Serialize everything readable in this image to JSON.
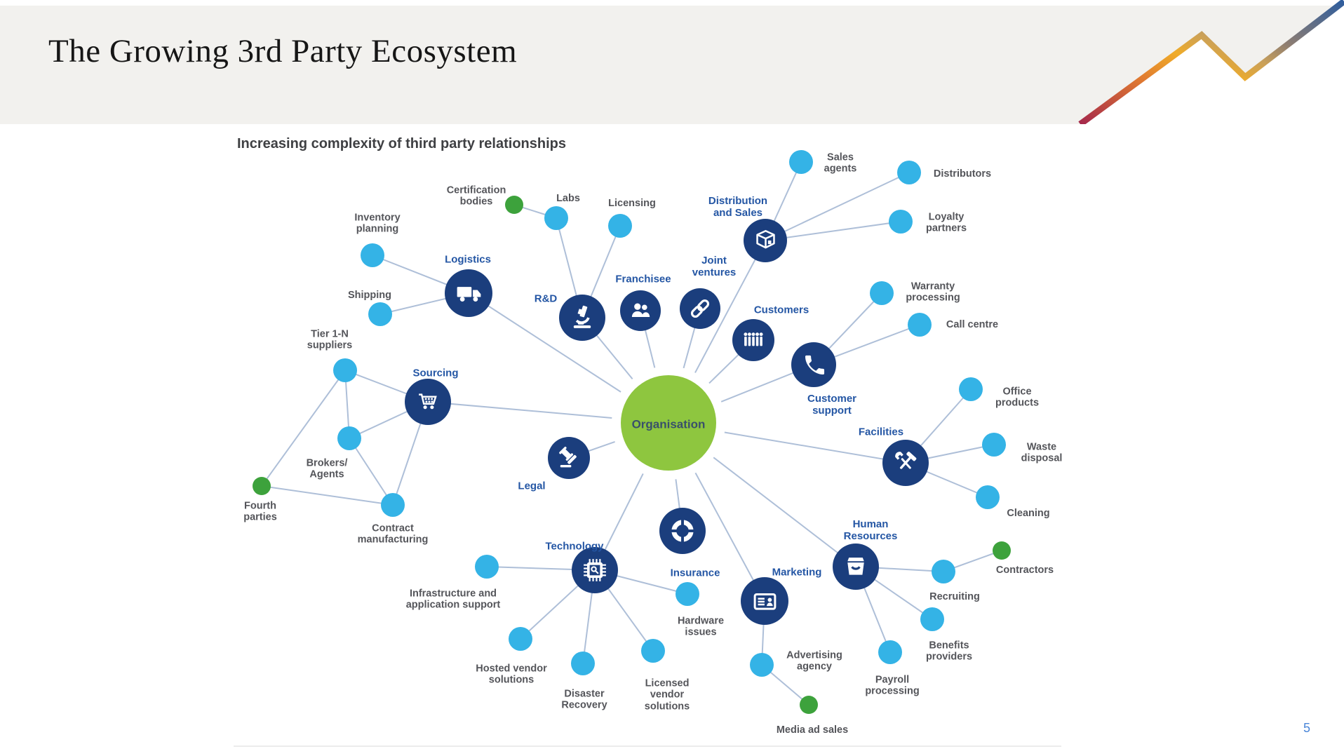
{
  "slide": {
    "title": "The Growing 3rd Party Ecosystem",
    "subtitle": "Increasing complexity of third party relationships",
    "page_number": "5"
  },
  "colors": {
    "header_bg": "#f2f1ee",
    "hub_fill": "#1b3e7d",
    "hub_label": "#2456a4",
    "satellite_fill": "#34b3e6",
    "green_fill": "#3da23c",
    "center_fill": "#8ec63f",
    "edge": "#aebfd8",
    "satellite_label": "#54555a",
    "page_number": "#4a86d8",
    "logo_gradient": [
      "#a5284b",
      "#e07a30",
      "#f0ac29",
      "#c9a05a",
      "#8d7d72",
      "#2e5d9e"
    ]
  },
  "diagram": {
    "center": {
      "id": "organisation",
      "label": "Organisation"
    },
    "hubs": [
      {
        "id": "logistics",
        "label": "Logistics",
        "icon": "truck-icon"
      },
      {
        "id": "rnd",
        "label": "R&D",
        "icon": "microscope-icon"
      },
      {
        "id": "franchisee",
        "label": "Franchisee",
        "icon": "people-pair-icon"
      },
      {
        "id": "joint_ventures",
        "label": "Joint\nventures",
        "icon": "chain-link-icon"
      },
      {
        "id": "distribution",
        "label": "Distribution\nand Sales",
        "icon": "package-box-icon"
      },
      {
        "id": "customers",
        "label": "Customers",
        "icon": "people-group-icon"
      },
      {
        "id": "customer_support",
        "label": "Customer\nsupport",
        "icon": "phone-handset-icon"
      },
      {
        "id": "facilities",
        "label": "Facilities",
        "icon": "hammer-wrench-icon"
      },
      {
        "id": "human_resources",
        "label": "Human\nResources",
        "icon": "storage-box-icon"
      },
      {
        "id": "marketing",
        "label": "Marketing",
        "icon": "ad-card-icon"
      },
      {
        "id": "insurance",
        "label": "Insurance",
        "icon": "life-ring-icon"
      },
      {
        "id": "technology",
        "label": "Technology",
        "icon": "circuit-chip-icon"
      },
      {
        "id": "legal",
        "label": "Legal",
        "icon": "gavel-icon"
      },
      {
        "id": "sourcing",
        "label": "Sourcing",
        "icon": "shopping-cart-icon"
      }
    ],
    "satellites": [
      {
        "id": "inventory_planning",
        "label": "Inventory\nplanning",
        "color": "blue"
      },
      {
        "id": "shipping",
        "label": "Shipping",
        "color": "blue"
      },
      {
        "id": "tier_suppliers",
        "label": "Tier 1-N\nsuppliers",
        "color": "blue"
      },
      {
        "id": "brokers",
        "label": "Brokers/\nAgents",
        "color": "blue"
      },
      {
        "id": "fourth_parties",
        "label": "Fourth\nparties",
        "color": "green"
      },
      {
        "id": "contract_manufacturing",
        "label": "Contract\nmanufacturing",
        "color": "blue"
      },
      {
        "id": "certification",
        "label": "Certification\nbodies",
        "color": "green"
      },
      {
        "id": "labs",
        "label": "Labs",
        "color": "blue"
      },
      {
        "id": "licensing",
        "label": "Licensing",
        "color": "blue"
      },
      {
        "id": "sales_agents",
        "label": "Sales\nagents",
        "color": "blue"
      },
      {
        "id": "distributors",
        "label": "Distributors",
        "color": "blue"
      },
      {
        "id": "loyalty",
        "label": "Loyalty\npartners",
        "color": "blue"
      },
      {
        "id": "warranty",
        "label": "Warranty\nprocessing",
        "color": "blue"
      },
      {
        "id": "call_centre",
        "label": "Call centre",
        "color": "blue"
      },
      {
        "id": "office_products",
        "label": "Office\nproducts",
        "color": "blue"
      },
      {
        "id": "waste_disposal",
        "label": "Waste\ndisposal",
        "color": "blue"
      },
      {
        "id": "cleaning",
        "label": "Cleaning",
        "color": "blue"
      },
      {
        "id": "contractors",
        "label": "Contractors",
        "color": "green"
      },
      {
        "id": "recruiting",
        "label": "Recruiting",
        "color": "blue"
      },
      {
        "id": "benefits",
        "label": "Benefits\nproviders",
        "color": "blue"
      },
      {
        "id": "payroll",
        "label": "Payroll\nprocessing",
        "color": "blue"
      },
      {
        "id": "advertising",
        "label": "Advertising\nagency",
        "color": "blue"
      },
      {
        "id": "media_ad_sales",
        "label": "Media ad sales",
        "color": "green"
      },
      {
        "id": "hardware",
        "label": "Hardware\nissues",
        "color": "blue"
      },
      {
        "id": "licensed_vendor",
        "label": "Licensed\nvendor\nsolutions",
        "color": "blue"
      },
      {
        "id": "disaster",
        "label": "Disaster\nRecovery",
        "color": "blue"
      },
      {
        "id": "hosted_vendor",
        "label": "Hosted vendor\nsolutions",
        "color": "blue"
      },
      {
        "id": "infrastructure",
        "label": "Infrastructure and\napplication support",
        "color": "blue"
      }
    ],
    "edges": [
      [
        "organisation",
        "logistics"
      ],
      [
        "organisation",
        "rnd"
      ],
      [
        "organisation",
        "franchisee"
      ],
      [
        "organisation",
        "joint_ventures"
      ],
      [
        "organisation",
        "distribution"
      ],
      [
        "organisation",
        "customers"
      ],
      [
        "organisation",
        "customer_support"
      ],
      [
        "organisation",
        "facilities"
      ],
      [
        "organisation",
        "human_resources"
      ],
      [
        "organisation",
        "marketing"
      ],
      [
        "organisation",
        "insurance"
      ],
      [
        "organisation",
        "technology"
      ],
      [
        "organisation",
        "legal"
      ],
      [
        "organisation",
        "sourcing"
      ],
      [
        "logistics",
        "inventory_planning"
      ],
      [
        "logistics",
        "shipping"
      ],
      [
        "rnd",
        "labs"
      ],
      [
        "rnd",
        "licensing"
      ],
      [
        "certification",
        "labs"
      ],
      [
        "distribution",
        "sales_agents"
      ],
      [
        "distribution",
        "distributors"
      ],
      [
        "distribution",
        "loyalty"
      ],
      [
        "customer_support",
        "warranty"
      ],
      [
        "customer_support",
        "call_centre"
      ],
      [
        "facilities",
        "office_products"
      ],
      [
        "facilities",
        "waste_disposal"
      ],
      [
        "facilities",
        "cleaning"
      ],
      [
        "human_resources",
        "recruiting"
      ],
      [
        "human_resources",
        "benefits"
      ],
      [
        "human_resources",
        "payroll"
      ],
      [
        "recruiting",
        "contractors"
      ],
      [
        "marketing",
        "advertising"
      ],
      [
        "advertising",
        "media_ad_sales"
      ],
      [
        "technology",
        "infrastructure"
      ],
      [
        "technology",
        "hosted_vendor"
      ],
      [
        "technology",
        "disaster"
      ],
      [
        "technology",
        "licensed_vendor"
      ],
      [
        "technology",
        "hardware"
      ],
      [
        "sourcing",
        "tier_suppliers"
      ],
      [
        "sourcing",
        "brokers"
      ],
      [
        "sourcing",
        "contract_manufacturing"
      ],
      [
        "tier_suppliers",
        "brokers"
      ],
      [
        "tier_suppliers",
        "fourth_parties"
      ],
      [
        "brokers",
        "contract_manufacturing"
      ],
      [
        "fourth_parties",
        "contract_manufacturing"
      ]
    ]
  }
}
